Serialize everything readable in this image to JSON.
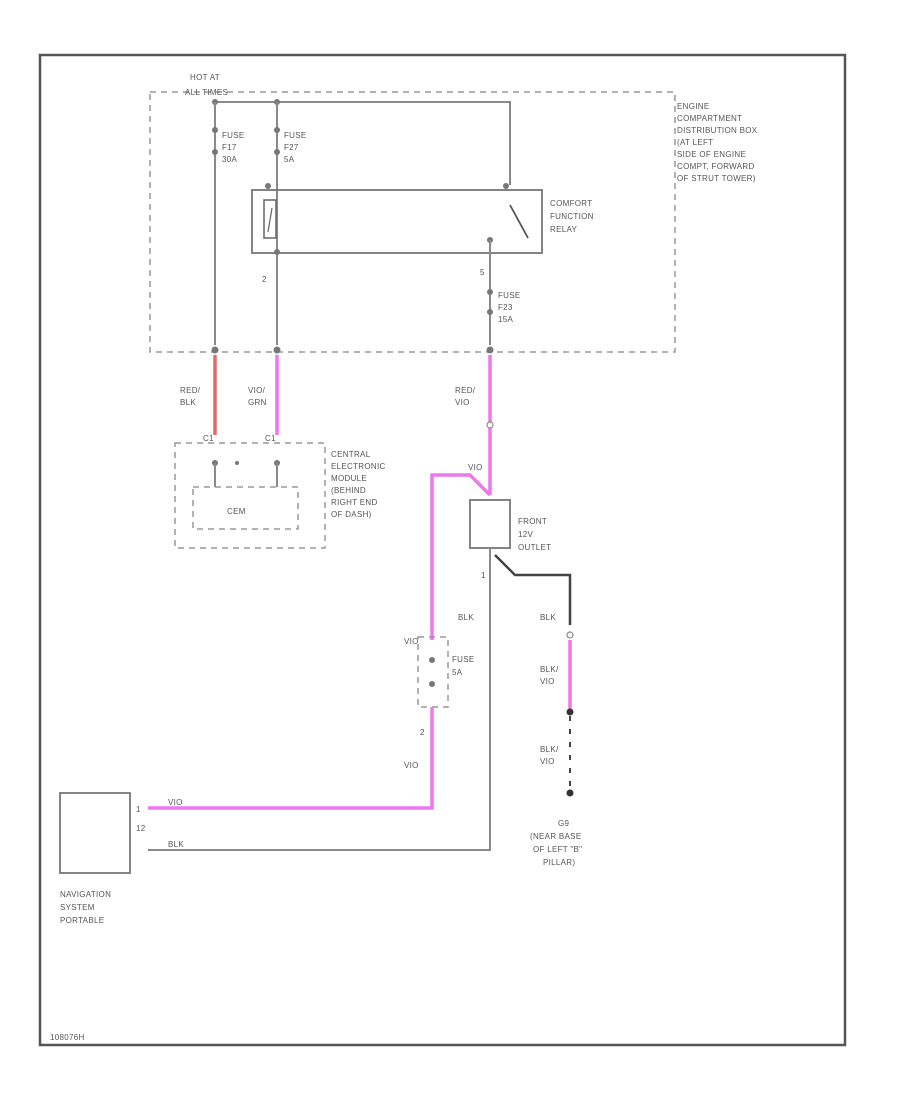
{
  "hot_at_label": [
    "HOT AT",
    "ALL TIMES"
  ],
  "engine_box_label": [
    "ENGINE",
    "COMPARTMENT",
    "DISTRIBUTION BOX",
    "(AT LEFT",
    "SIDE OF ENGINE",
    "COMPT, FORWARD",
    "OF STRUT TOWER)"
  ],
  "fuse_f17": [
    "FUSE",
    "F17",
    "30A"
  ],
  "fuse_f27": [
    "FUSE",
    "F27",
    "5A"
  ],
  "fuse_f23": [
    "FUSE",
    "F23",
    "15A"
  ],
  "relay_label": [
    "COMFORT",
    "FUNCTION",
    "RELAY"
  ],
  "wire_red_blk": [
    "RED/",
    "BLK"
  ],
  "wire_vio_grn": [
    "VIO/",
    "GRN"
  ],
  "wire_red_vio": [
    "RED/",
    "VIO"
  ],
  "cem_connector_1": "C1",
  "cem_connector_2": "C1",
  "cem_label": "CEM",
  "cem_desc": [
    "CENTRAL",
    "ELECTRONIC",
    "MODULE",
    "(BEHIND",
    "RIGHT END",
    "OF DASH)"
  ],
  "vio_label": "VIO",
  "outlet_label": [
    "FRONT",
    "12V",
    "OUTLET"
  ],
  "blk_label": "BLK",
  "blk_label_2": "BLK",
  "fuse_5a": [
    "FUSE",
    "5A"
  ],
  "blk_vio_1": [
    "BLK/",
    "VIO"
  ],
  "blk_vio_2": [
    "BLK/",
    "VIO"
  ],
  "ground_label": [
    "G9",
    "(NEAR BASE",
    "OF LEFT \"B\"",
    "PILLAR)"
  ],
  "nav_label": [
    "NAVIGATION",
    "SYSTEM",
    "PORTABLE"
  ],
  "nav_wire_vio": "VIO",
  "nav_wire_blk": "BLK",
  "pin_1": "1",
  "pin_2": "2",
  "pin_12": "12",
  "pin_5": "5",
  "pin_2b": "2",
  "pin_1b": "1",
  "footer_code": "108076H",
  "colors": {
    "pink_wire": "#ee77ee",
    "red_wire": "#e06a6a",
    "black_wire": "#444444",
    "frame": "#555555"
  }
}
